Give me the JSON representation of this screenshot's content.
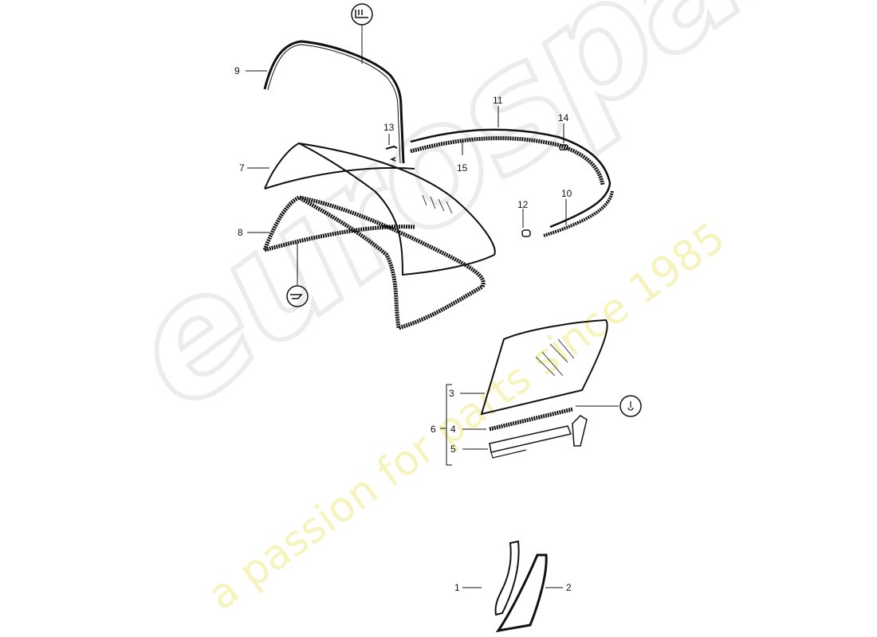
{
  "diagram": {
    "type": "exploded-parts-diagram",
    "subject": "Convertible / targa roof glass, seals and side window parts",
    "watermark": {
      "brand": "eurospares",
      "tagline": "a passion for parts since 1985",
      "brand_color": "#ececec",
      "tagline_color": "#f6f3bd"
    },
    "callouts": [
      {
        "id": "1",
        "label": "1",
        "part": "quarter vent glass"
      },
      {
        "id": "2",
        "label": "2",
        "part": "quarter vent seal"
      },
      {
        "id": "3",
        "label": "3",
        "part": "door window glass"
      },
      {
        "id": "4",
        "label": "4",
        "part": "window channel seal strip"
      },
      {
        "id": "5",
        "label": "5",
        "part": "window lift rail"
      },
      {
        "id": "6",
        "label": "6",
        "part": "window assembly (3-5)"
      },
      {
        "id": "7",
        "label": "7",
        "part": "rear window"
      },
      {
        "id": "8",
        "label": "8",
        "part": "rear window seal"
      },
      {
        "id": "9",
        "label": "9",
        "part": "roof frame seal"
      },
      {
        "id": "10",
        "label": "10",
        "part": "rear side seal"
      },
      {
        "id": "11",
        "label": "11",
        "part": "roof trim strip"
      },
      {
        "id": "12",
        "label": "12",
        "part": "end cap"
      },
      {
        "id": "13",
        "label": "13",
        "part": "clip"
      },
      {
        "id": "14",
        "label": "14",
        "part": "clip"
      },
      {
        "id": "15",
        "label": "15",
        "part": "seal strip"
      }
    ],
    "symbols": [
      {
        "name": "seal-profile-symbol",
        "glyph": "⊔"
      },
      {
        "name": "sealant-symbol",
        "glyph": "≋"
      },
      {
        "name": "adhesive-drop-symbol",
        "glyph": "🌢"
      }
    ]
  }
}
